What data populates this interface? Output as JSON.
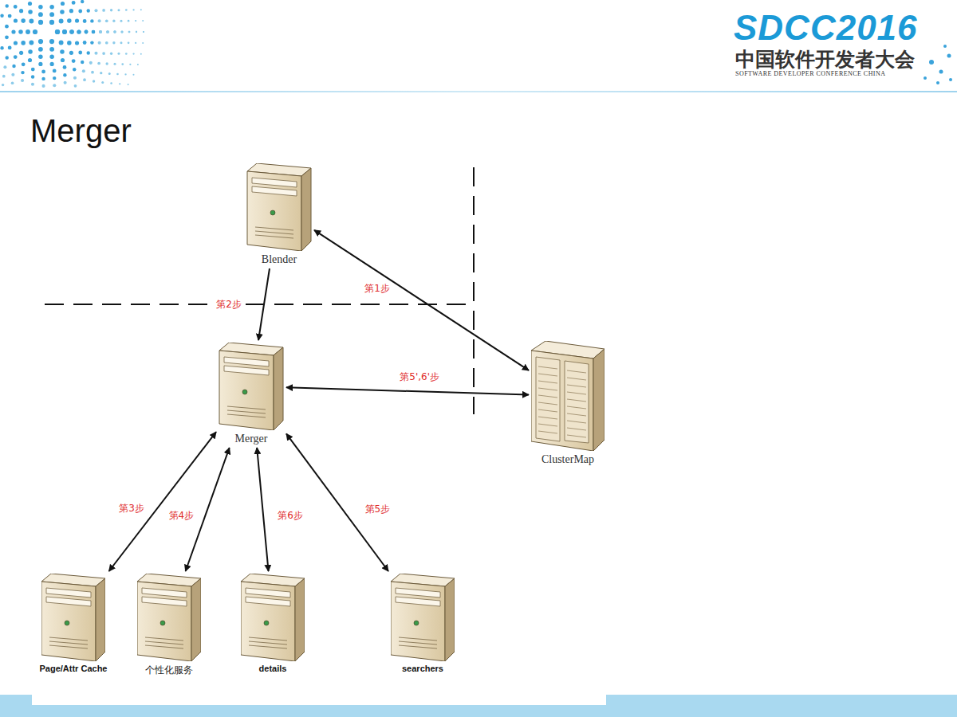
{
  "diagram": {
    "title": "Merger",
    "nodes": [
      {
        "text": [
          "Blender"
        ]
      },
      {
        "text": [
          "Merger"
        ]
      },
      {
        "text": [
          "ClusterMap"
        ]
      },
      {
        "text": [
          "Page/Attr Cache"
        ]
      },
      {
        "text": [
          "个性化服务"
        ]
      },
      {
        "text": [
          "details"
        ]
      },
      {
        "text": [
          "searchers"
        ]
      }
    ],
    "edges": [
      {
        "from": 0,
        "to": 2,
        "arrow": "both",
        "label": "第1步"
      },
      {
        "from": 0,
        "to": 1,
        "arrow": "to",
        "label": "第2步"
      },
      {
        "from": 1,
        "to": 2,
        "arrow": "both",
        "label": "第5',6'步"
      },
      {
        "from": 1,
        "to": 3,
        "arrow": "both",
        "label": "第3步"
      },
      {
        "from": 1,
        "to": 4,
        "arrow": "both",
        "label": "第4步"
      },
      {
        "from": 1,
        "to": 5,
        "arrow": "both",
        "label": "第6步"
      },
      {
        "from": 1,
        "to": 6,
        "arrow": "both",
        "label": "第5步"
      }
    ],
    "labels": [
      "SDCC2016",
      "中国软件开发者大会",
      "SOFTWARE DEVELOPER CONFERENCE CHINA"
    ]
  }
}
